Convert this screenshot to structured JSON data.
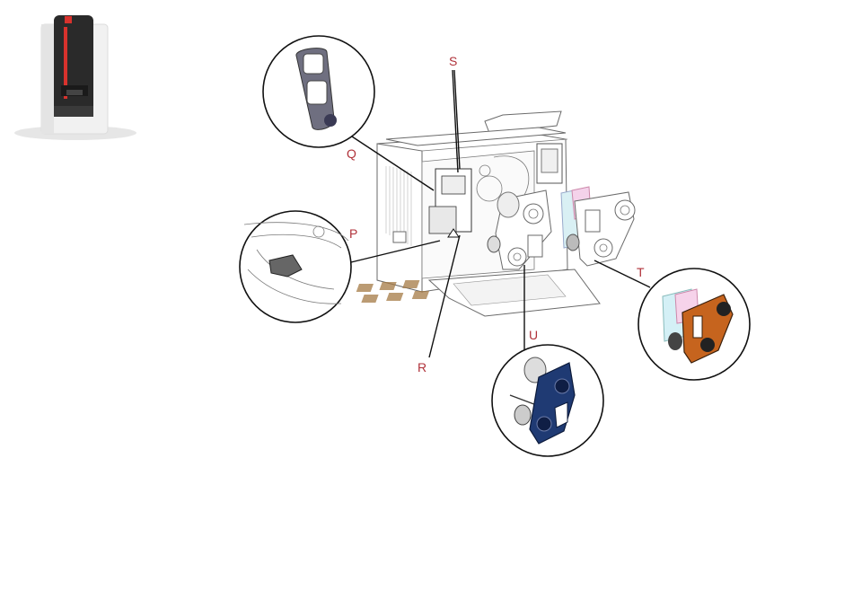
{
  "labels": {
    "p": "P",
    "q": "Q",
    "r": "R",
    "s": "S",
    "t": "T",
    "u": "U"
  },
  "colors": {
    "callout": "#b0323a",
    "printer_red": "#d8322d",
    "part_t_orange": "#c6641e",
    "part_u_blue": "#1f3a73",
    "part_q_grey": "#6f6f80"
  },
  "icons": {
    "thumbnail": "printer-thumbnail-icon"
  }
}
